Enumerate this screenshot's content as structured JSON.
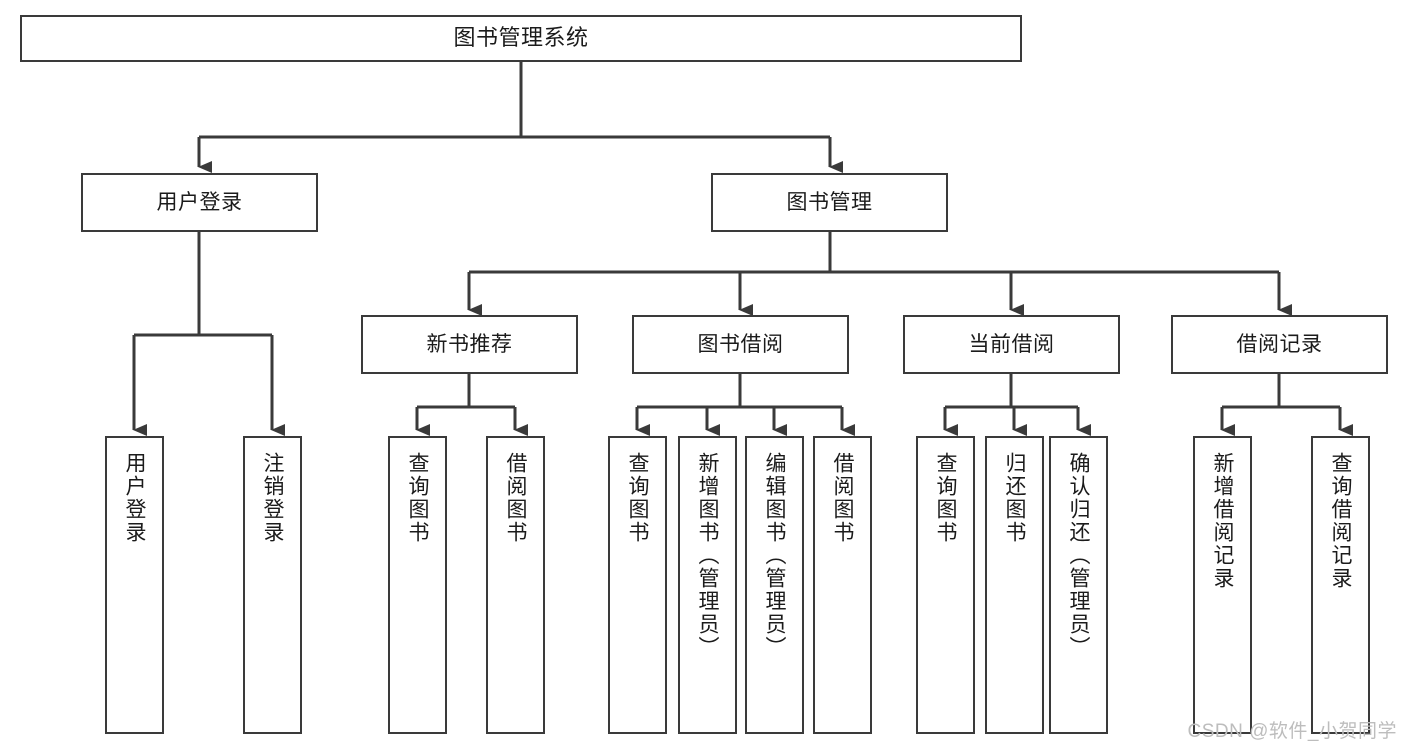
{
  "diagram": {
    "title": "图书管理系统",
    "type": "functional-structure-tree",
    "root": {
      "label": "图书管理系统"
    },
    "level2": [
      {
        "label": "用户登录"
      },
      {
        "label": "图书管理"
      }
    ],
    "level3": [
      {
        "label": "新书推荐"
      },
      {
        "label": "图书借阅"
      },
      {
        "label": "当前借阅"
      },
      {
        "label": "借阅记录"
      }
    ],
    "leaves": {
      "user_login": [
        {
          "label": "用户登录"
        },
        {
          "label": "注销登录"
        }
      ],
      "new_book_recommend": [
        {
          "label": "查询图书"
        },
        {
          "label": "借阅图书"
        }
      ],
      "book_borrow": [
        {
          "label": "查询图书"
        },
        {
          "label": "新增图书（管理员）"
        },
        {
          "label": "编辑图书（管理员）"
        },
        {
          "label": "借阅图书"
        }
      ],
      "current_borrow": [
        {
          "label": "查询图书"
        },
        {
          "label": "归还图书"
        },
        {
          "label": "确认归还（管理员）"
        }
      ],
      "borrow_record": [
        {
          "label": "新增借阅记录"
        },
        {
          "label": "查询借阅记录"
        }
      ]
    }
  },
  "watermark": {
    "text": "CSDN @软件_小贺同学"
  },
  "colors": {
    "stroke": "#3a3a3a",
    "background": "#ffffff",
    "text": "#1b1b1b",
    "watermark": "#bdbdbd"
  }
}
